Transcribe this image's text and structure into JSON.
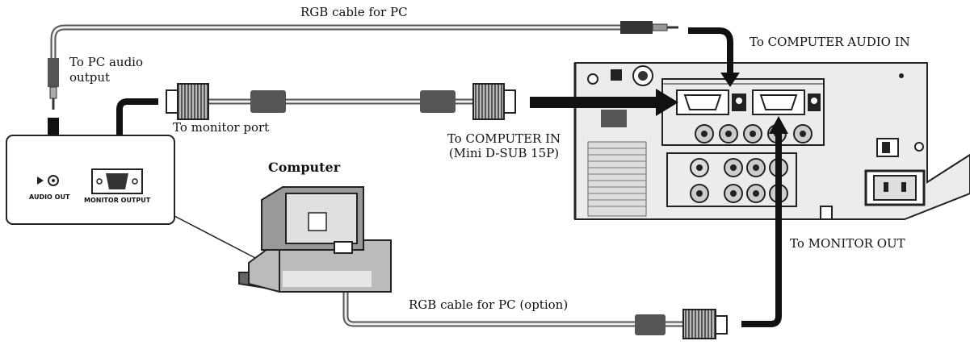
{
  "labels": {
    "rgb_cable_top": "RGB cable for PC",
    "to_computer_audio_in": "To COMPUTER AUDIO IN",
    "to_pc_audio_output_1": "To PC audio",
    "to_pc_audio_output_2": "output",
    "to_monitor_port": "To monitor port",
    "to_computer_in_1": "To COMPUTER IN",
    "to_computer_in_2": "(Mini D-SUB 15P)",
    "computer": "Computer",
    "to_monitor_out": "To MONITOR OUT",
    "rgb_cable_option": "RGB cable for PC (option)"
  },
  "pc_ports": {
    "audio_out": "AUDIO OUT",
    "monitor_output": "MONITOR OUTPUT"
  }
}
